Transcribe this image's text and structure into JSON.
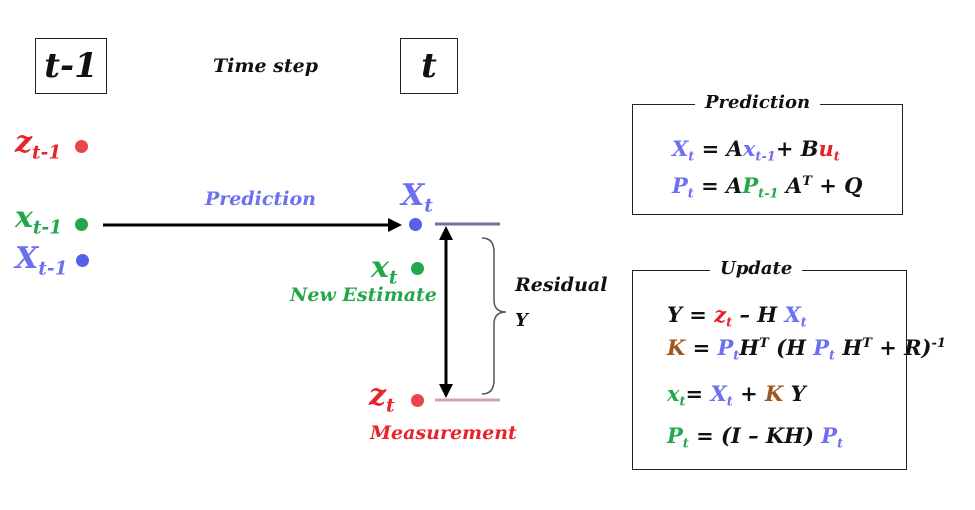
{
  "time": {
    "prev_label": "t-1",
    "step_label": "Time step",
    "curr_label": "t"
  },
  "left": {
    "z_prev": {
      "base": "z",
      "sub": "t-1"
    },
    "x_prev": {
      "base": "x",
      "sub": "t-1"
    },
    "X_prev": {
      "base": "X",
      "sub": "t-1"
    }
  },
  "arrow_label": "Prediction",
  "center": {
    "X_t": {
      "base": "X",
      "sub": "t"
    },
    "x_t": {
      "base": "x",
      "sub": "t"
    },
    "new_estimate": "New Estimate",
    "z_t": {
      "base": "z",
      "sub": "t"
    },
    "measurement": "Measurement",
    "residual": "Residual",
    "residual_symbol": "Y"
  },
  "prediction_panel": {
    "title": "Prediction",
    "eq1": {
      "lhs": "X",
      "lhs_sub": "t",
      "eq": " = ",
      "A": "A",
      "x": "x",
      "x_sub": "t-1",
      "plus": "+ ",
      "B": "B",
      "u": "u",
      "u_sub": "t"
    },
    "eq2": {
      "lhs": "P",
      "lhs_sub": "t",
      "eq": " = ",
      "A": "A",
      "P": "P",
      "P_sub": "t-1",
      "AT": " A",
      "T": "T",
      "rest": " + Q"
    }
  },
  "update_panel": {
    "title": "Update",
    "eq1": {
      "Y": "Y = ",
      "z": "z",
      "z_sub": "t",
      "mid": " – H ",
      "X": "X",
      "X_sub": "t"
    },
    "eq2": {
      "K": "K",
      "eq": " = ",
      "P1": "P",
      "P1_sub": "t",
      "H1": "H",
      "T1": "T",
      "open": " (H ",
      "P2": "P",
      "P2_sub": "t",
      "H2": " H",
      "T2": "T",
      "close": " + R)",
      "inv": "-1"
    },
    "eq3": {
      "x": "x",
      "x_sub": "t",
      "eq": "= ",
      "X": "X",
      "X_sub": "t",
      "plus": " + ",
      "K": "K",
      "Y": " Y"
    },
    "eq4": {
      "P": "P",
      "P_sub": "t",
      "eq": " =  (I – KH) ",
      "P2": "P",
      "P2_sub": "t"
    }
  },
  "colors": {
    "measurement": "#e8232a",
    "estimate": "#22a84a",
    "prediction": "#6b6ff0",
    "gain": "#a0561e",
    "prediction_line": "#7a6aa0",
    "measurement_line": "#d9a0a8"
  }
}
